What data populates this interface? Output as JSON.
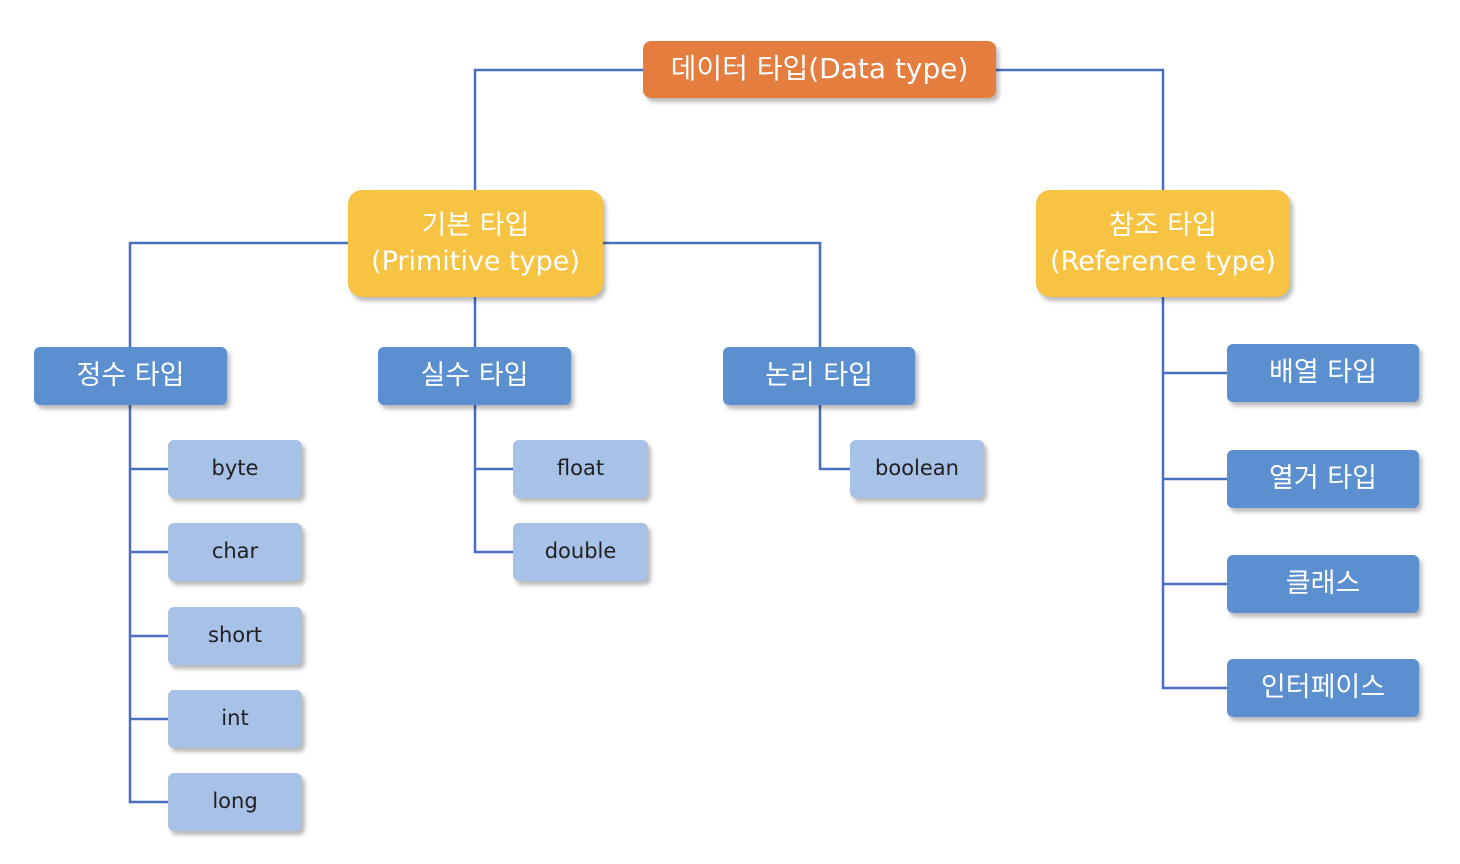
{
  "root": {
    "label": "데이터 타입(Data type)"
  },
  "primitive": {
    "label": "기본 타입",
    "sublabel": "(Primitive type)",
    "groups": {
      "integer": {
        "label": "정수 타입",
        "items": [
          "byte",
          "char",
          "short",
          "int",
          "long"
        ]
      },
      "real": {
        "label": "실수 타입",
        "items": [
          "float",
          "double"
        ]
      },
      "logical": {
        "label": "논리 타입",
        "items": [
          "boolean"
        ]
      }
    }
  },
  "reference": {
    "label": "참조 타입",
    "sublabel": "(Reference type)",
    "items": [
      "배열 타입",
      "열거 타입",
      "클래스",
      "인터페이스"
    ]
  },
  "colors": {
    "root": "#e47d3e",
    "category": "#f6c342",
    "subcategory": "#5b8fcf",
    "leaf": "#a8c1e6",
    "connector": "#4a6fc2"
  }
}
